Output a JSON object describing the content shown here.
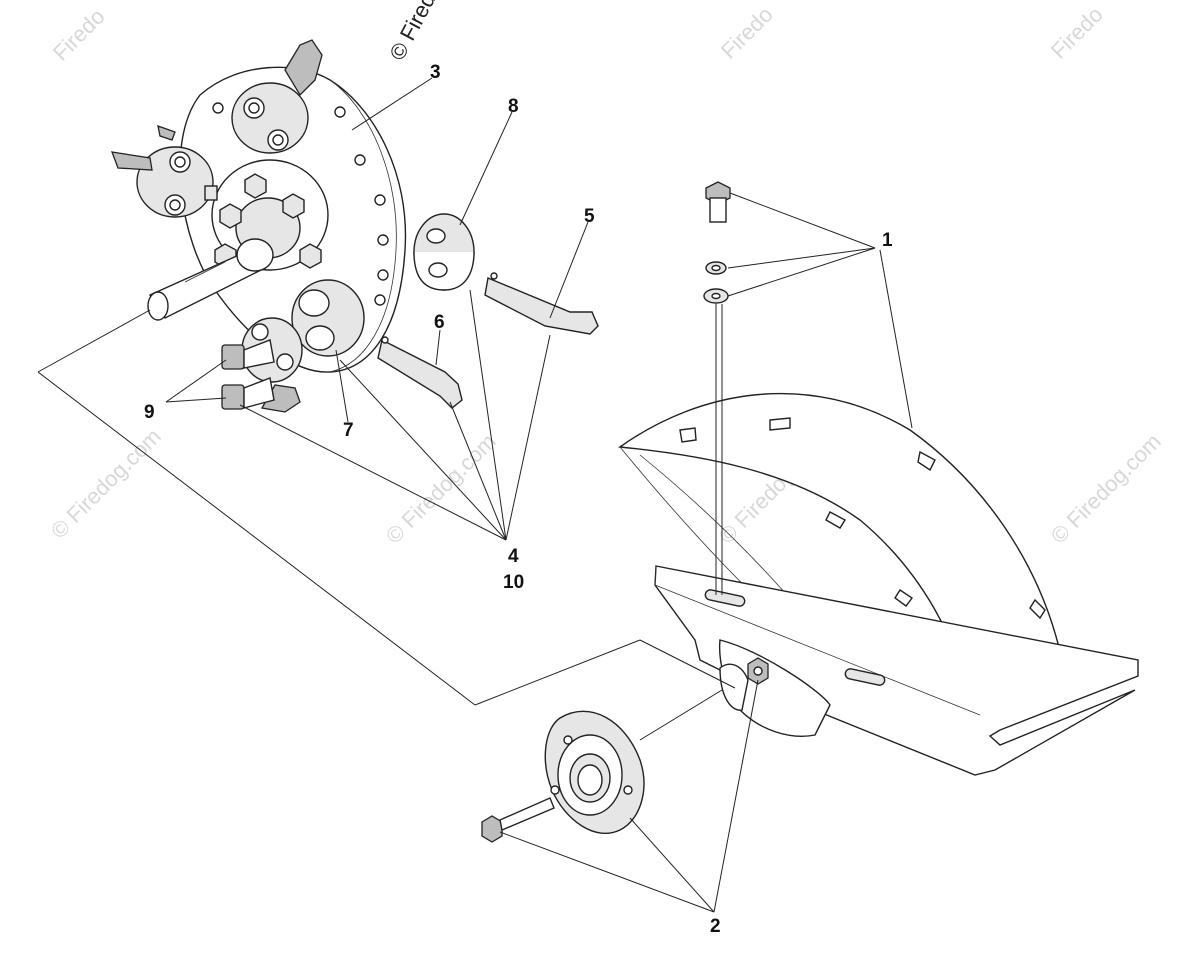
{
  "watermarks": {
    "full": "© Firedog.com",
    "partial": "© Firedo",
    "fragment": "Firedo"
  },
  "callouts": {
    "c1": "1",
    "c2": "2",
    "c3": "3",
    "c4": "4",
    "c5": "5",
    "c6": "6",
    "c7": "7",
    "c8": "8",
    "c9": "9",
    "c10": "10"
  }
}
